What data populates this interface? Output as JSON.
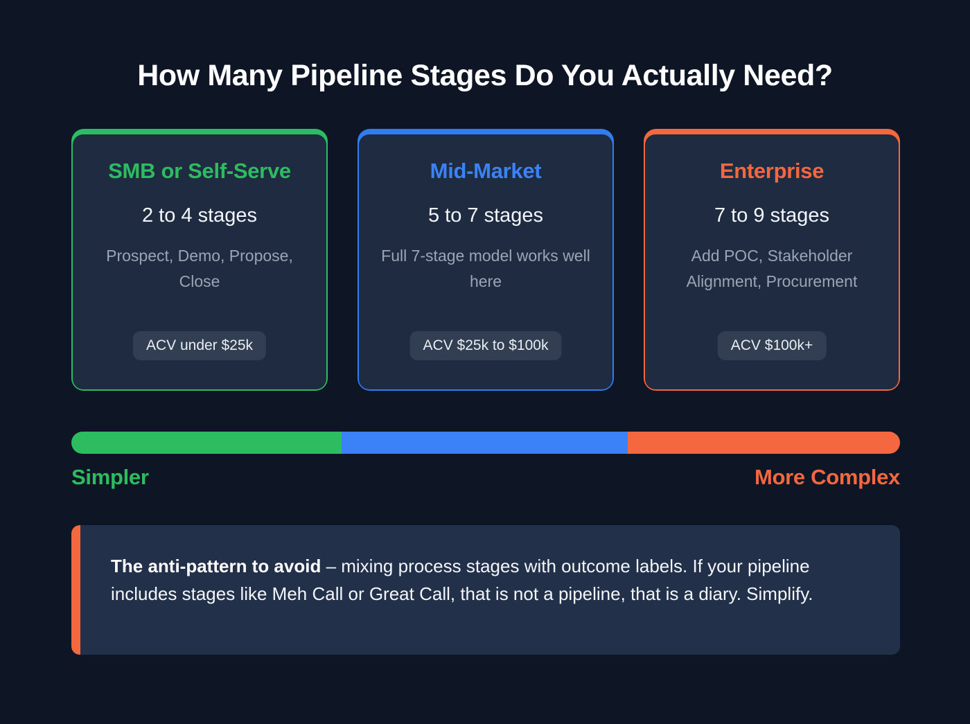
{
  "page": {
    "title": "How Many Pipeline Stages Do You Actually Need?",
    "background_color": "#0e1626"
  },
  "cards": [
    {
      "key": "smb",
      "title": "SMB or Self-Serve",
      "stages": "2 to 4 stages",
      "description": "Prospect, Demo, Propose, Close",
      "acv_pill": "ACV under $25k",
      "accent_color": "#2ebc60"
    },
    {
      "key": "mid",
      "title": "Mid-Market",
      "stages": "5 to 7 stages",
      "description": "Full 7-stage model works well here",
      "acv_pill": "ACV $25k to $100k",
      "accent_color": "#3b82f6"
    },
    {
      "key": "ent",
      "title": "Enterprise",
      "stages": "7 to 9 stages",
      "description": "Add POC, Stakeholder Alignment, Procurement",
      "acv_pill": "ACV $100k+",
      "accent_color": "#f5683f"
    }
  ],
  "spectrum": {
    "segments": [
      {
        "name": "smb-segment",
        "color": "#2ebc60",
        "width_pct": 32.6
      },
      {
        "name": "mid-market-segment",
        "color": "#3b82f6",
        "width_pct": 34.5
      },
      {
        "name": "enterprise-segment",
        "color": "#f5683f",
        "width_pct": 32.9
      }
    ],
    "left_label": "Simpler",
    "right_label": "More Complex",
    "left_label_color": "#2ebc60",
    "right_label_color": "#f5683f"
  },
  "callout": {
    "accent_color": "#f5683f",
    "lead": "The anti-pattern to avoid",
    "body": " – mixing process stages with outcome labels. If your pipeline includes stages like Meh Call or Great Call, that is not a pipeline, that is a diary. Simplify."
  }
}
